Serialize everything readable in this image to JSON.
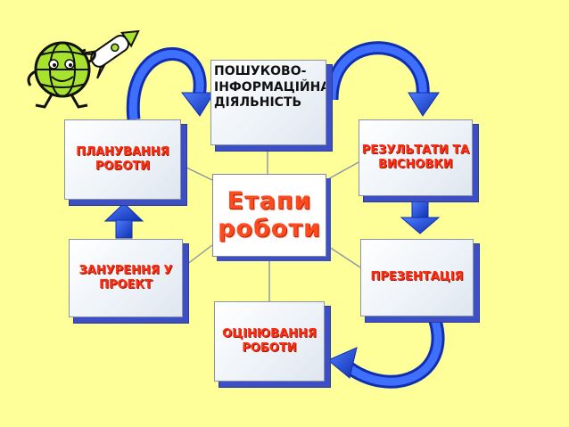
{
  "diagram": {
    "center": {
      "text": "Етапи\nроботи"
    },
    "stages": {
      "search": "ПОШУКОВО-\nІНФОРМАЦІЙНА\nДІЯЛЬНІСТЬ",
      "planning": "ПЛАНУВАННЯ\nРОБОТИ",
      "results": "РЕЗУЛЬТАТИ ТА\nВИСНОВКИ",
      "immersion": "ЗАНУРЕННЯ У\nПРОЕКТ",
      "presentation": "ПРЕЗЕНТАЦІЯ",
      "evaluation": "ОЦІНЮВАННЯ\nРОБОТИ"
    },
    "icons": {
      "clipart": "globe-rocket-character-icon"
    },
    "colors": {
      "background": "#ffff99",
      "label_text": "#ff2e12",
      "box_shadow": "#3c4fc4",
      "arrow_fill": "#1f4fe0",
      "connector": "#8a94a6"
    }
  }
}
